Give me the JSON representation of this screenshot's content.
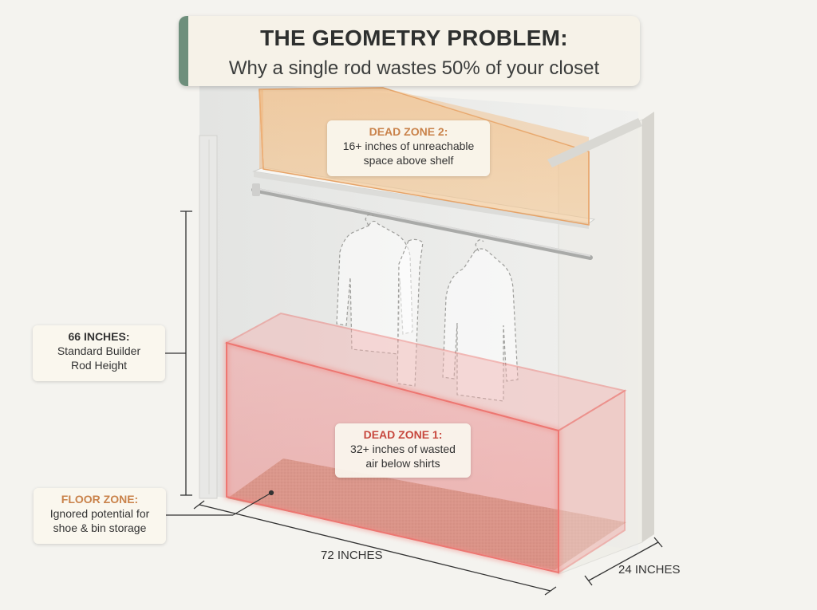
{
  "header": {
    "title": "THE GEOMETRY PROBLEM:",
    "subtitle": "Why a single rod wastes 50% of your closet"
  },
  "callouts": {
    "dead_zone_2": {
      "title": "DEAD ZONE 2:",
      "line1": "16+ inches of unreachable",
      "line2": "space above shelf"
    },
    "dead_zone_1": {
      "title": "DEAD ZONE 1:",
      "line1": "32+ inches of wasted",
      "line2": "air below shirts"
    },
    "rod_height": {
      "title": "66 INCHES:",
      "line1": "Standard Builder",
      "line2": "Rod Height"
    },
    "floor_zone": {
      "title": "FLOOR ZONE:",
      "line1": "Ignored potential for",
      "line2": "shoe & bin storage"
    }
  },
  "dimensions": {
    "width_label": "72 INCHES",
    "depth_label": "24 INCHES"
  },
  "colors": {
    "accent_green": "#6e8f7c",
    "dead_zone_orange": "#c9824a",
    "dead_zone_red": "#c7483e"
  }
}
